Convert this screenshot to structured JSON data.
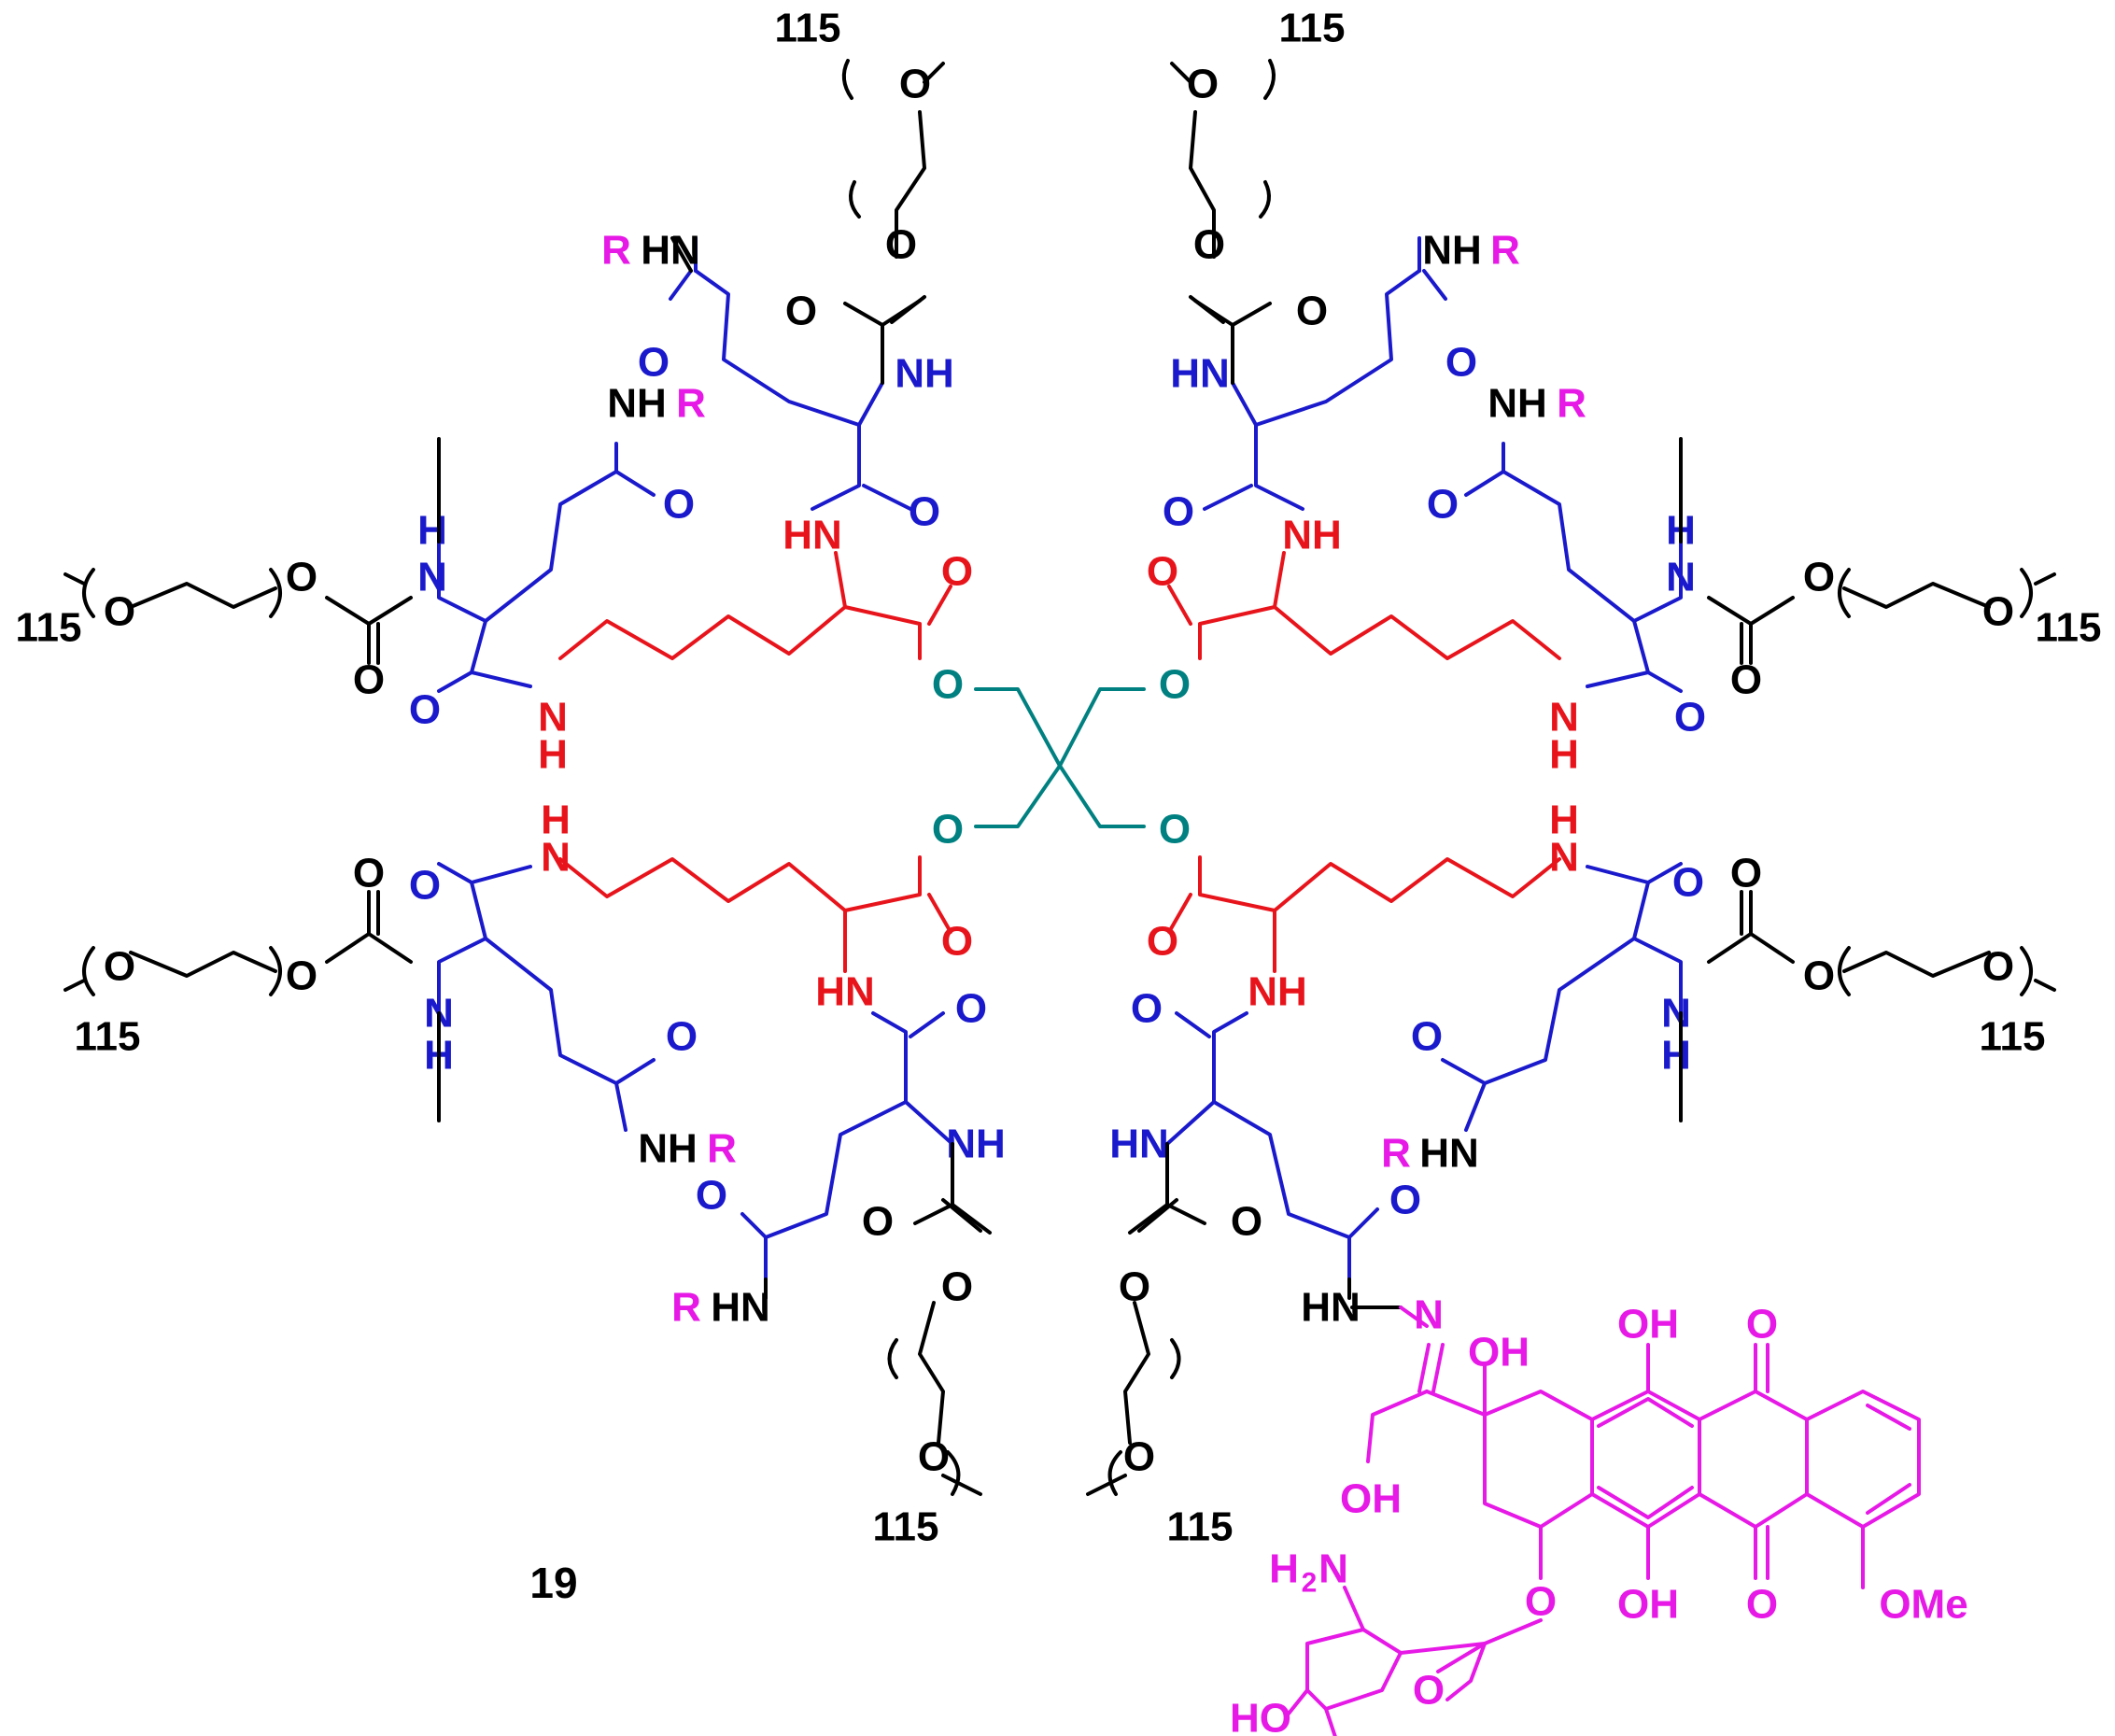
{
  "compound_number": "19",
  "colors": {
    "core": "#008080",
    "lysine": "#e8141c",
    "glutamate": "#1a1acc",
    "peg": "#000000",
    "drug": "#e619e6"
  },
  "labels": {
    "O": "O",
    "NH": "NH",
    "HN": "HN",
    "H": "H",
    "N": "N",
    "R": "R",
    "NHR_NH": "NH",
    "HN_N": "HN",
    "n115": "115",
    "OH": "OH",
    "H2N_H": "H",
    "H2N_2": "2",
    "H2N_N": "N",
    "HO": "HO",
    "OMe": "OMe"
  }
}
